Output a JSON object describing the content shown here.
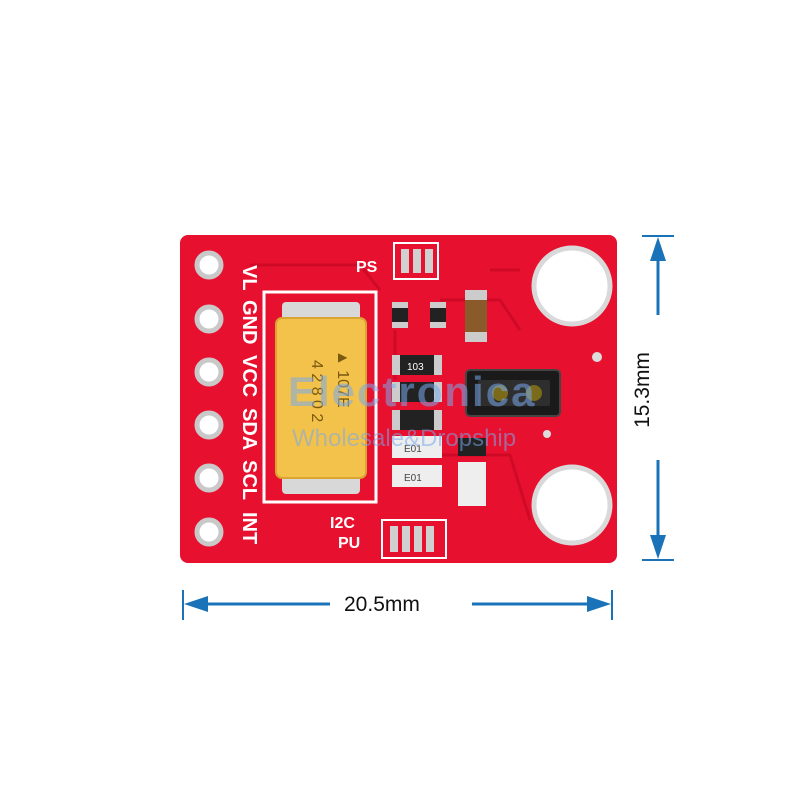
{
  "dimensions": {
    "width": "20.5mm",
    "height": "15.3mm"
  },
  "silkscreen": {
    "pins": [
      "VL",
      "GND",
      "VCC",
      "SDA",
      "SCL",
      "INT"
    ],
    "ps": "PS",
    "i2c_pu": [
      "I2C",
      "PU"
    ],
    "resistor": "103",
    "led_marks": [
      "E01",
      "E01"
    ]
  },
  "capacitor_marking": [
    "▲ 107E",
    "4 2 8 0 2"
  ],
  "watermark": {
    "main": "Electronica",
    "sub": "Wholesale&Dropship"
  },
  "colors": {
    "pcb": "#e8102f",
    "pcb_dark": "#c40824",
    "silkscreen": "#ffffff",
    "capacitor": "#f3c24a",
    "dimension_arrows": "#1a73b8"
  }
}
